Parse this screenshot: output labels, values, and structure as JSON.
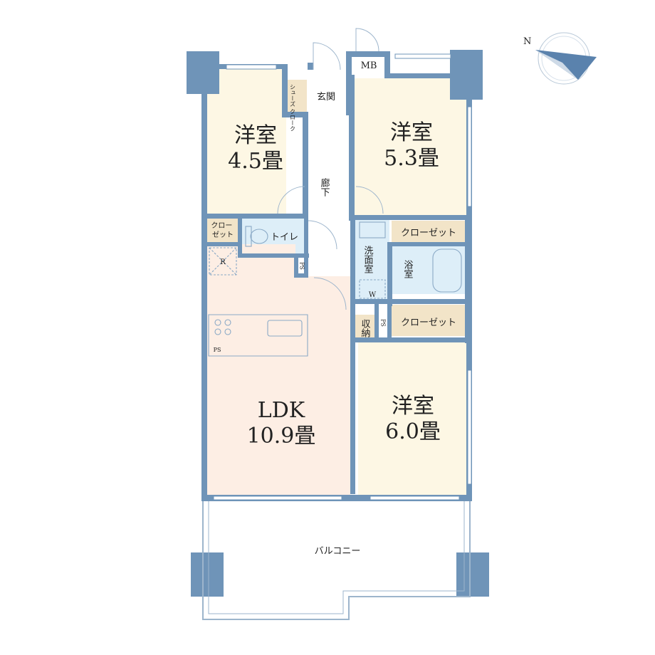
{
  "rooms": {
    "western1": {
      "name": "洋室",
      "area": "4.5畳"
    },
    "western2": {
      "name": "洋室",
      "area": "5.3畳"
    },
    "western3": {
      "name": "洋室",
      "area": "6.0畳"
    },
    "ldk": {
      "name": "LDK",
      "area": "10.9畳"
    }
  },
  "labels": {
    "entrance": "玄関",
    "hallway": "廊下",
    "toilet": "トイレ",
    "washroom": "洗面室",
    "bath": "浴室",
    "closet": "クローゼット",
    "closet_small": "クロー\nゼット",
    "shoe_closet": "シューズ\nクローク",
    "storage": "収納",
    "balcony": "バルコニー",
    "mb": "MB",
    "ps": "PS",
    "refrigerator": "R",
    "washer": "W",
    "compass": "N"
  },
  "colors": {
    "wall": "#6f94b8",
    "western_floor": "#fdf7e4",
    "ldk_floor": "#fdeee4",
    "wet_floor": "#ddeef8",
    "closet_floor": "#f2e4c8",
    "hall_floor": "#ffffff"
  }
}
